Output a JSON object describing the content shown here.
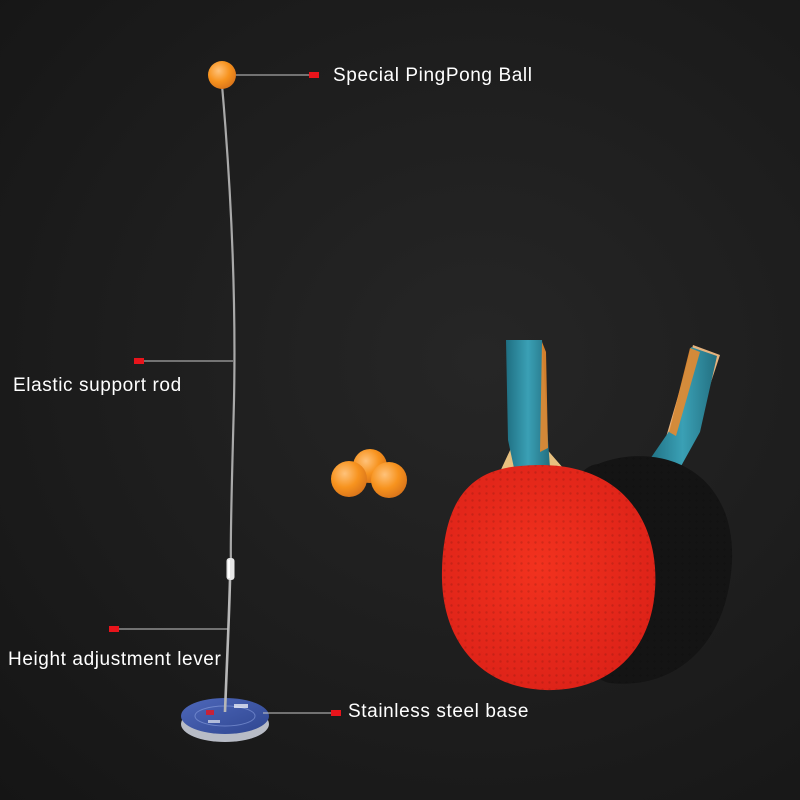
{
  "callouts": {
    "ball": "Special PingPong Ball",
    "rod": "Elastic support rod",
    "lever": "Height adjustment lever",
    "base": "Stainless steel base"
  },
  "colors": {
    "background": "#1c1c1c",
    "marker": "#e8141b",
    "leader_line": "#c8c8c8",
    "ball": "#f7931e",
    "paddle_red": "#e8261c",
    "paddle_black": "#161616",
    "handle_blue": "#2e8fa3",
    "base_blue": "#3d56a8"
  }
}
